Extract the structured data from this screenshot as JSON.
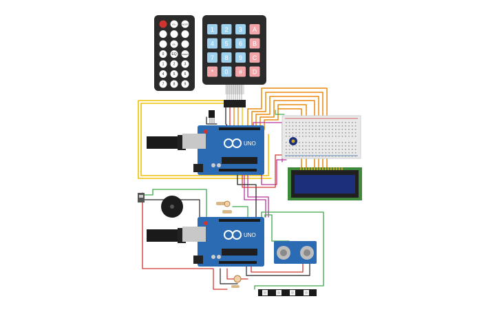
{
  "remote": {
    "buttons": [
      "",
      "VOL+",
      "FUNC/STOP",
      "",
      "",
      "",
      "",
      "VOL-",
      "",
      "0",
      "EQ",
      "ST/REPT",
      "1",
      "2",
      "3",
      "4",
      "5",
      "6",
      "7",
      "8",
      "9"
    ]
  },
  "keypad": {
    "keys": [
      "1",
      "2",
      "3",
      "A",
      "4",
      "5",
      "6",
      "B",
      "7",
      "8",
      "9",
      "C",
      "*",
      "0",
      "#",
      "D"
    ]
  },
  "arduino_top": {
    "model": "UNO"
  },
  "arduino_bottom": {
    "model": "UNO"
  },
  "colors": {
    "board": "#2a6bb3",
    "breadboard": "#e9e9e9",
    "lcd": "#1b2f7a",
    "wire_yellow": "#f0c000",
    "wire_orange": "#e8890c",
    "wire_red": "#d1342f",
    "wire_green": "#3aa64a",
    "wire_magenta": "#b8309c",
    "wire_black": "#222222",
    "key_blue": "#9fd2ef",
    "key_red": "#f2a6aa"
  }
}
